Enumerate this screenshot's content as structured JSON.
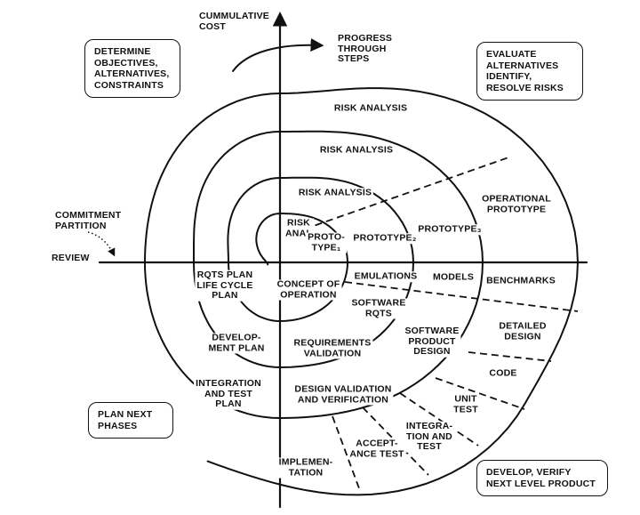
{
  "colors": {
    "ink": "#111111",
    "background": "#ffffff"
  },
  "axis": {
    "cumulative_cost": "CUMMULATIVE\nCOST",
    "progress_through_steps": "PROGRESS\nTHROUGH\nSTEPS",
    "commitment_partition": "COMMITMENT\nPARTITION",
    "review": "REVIEW"
  },
  "corner_boxes": {
    "determine_objectives": "DETERMINE\nOBJECTIVES,\nALTERNATIVES,\nCONSTRAINTS",
    "evaluate_alternatives": "EVALUATE\nALTERNATIVES\nIDENTIFY,\nRESOLVE RISKS",
    "plan_next_phases": "PLAN NEXT\nPHASES",
    "develop_verify": "DEVELOP, VERIFY\nNEXT LEVEL PRODUCT"
  },
  "spiral_labels": {
    "risk_analysis_outer": "RISK ANALYSIS",
    "risk_analysis_middle": "RISK ANALYSIS",
    "risk_analysis_inner": "RISK ANALYSIS",
    "risk_anal": "RISK\nANAL",
    "prototype_1": "PROTO-\nTYPE₁",
    "prototype_2": "PROTOTYPE₂",
    "prototype_3": "PROTOTYPE₃",
    "operational_prototype": "OPERATIONAL\nPROTOTYPE",
    "emulations": "EMULATIONS",
    "models": "MODELS",
    "benchmarks": "BENCHMARKS",
    "rqts_plan": "RQTS PLAN\nLIFE CYCLE\nPLAN",
    "concept_of_operation": "CONCEPT OF\nOPERATION",
    "software_rqts": "SOFTWARE\nRQTS",
    "development_plan": "DEVELOP-\nMENT PLAN",
    "requirements_validation": "REQUIREMENTS\nVALIDATION",
    "software_product_design": "SOFTWARE\nPRODUCT\nDESIGN",
    "detailed_design": "DETAILED\nDESIGN",
    "code": "CODE",
    "integration_test_plan": "INTEGRATION\nAND TEST\nPLAN",
    "design_validation": "DESIGN VALIDATION\nAND VERIFICATION",
    "unit_test": "UNIT\nTEST",
    "integration_and_test": "INTEGRA-\nTION AND\nTEST",
    "acceptance_test": "ACCEPT-\nANCE TEST",
    "implementation": "IMPLEMEN-\nTATION"
  }
}
